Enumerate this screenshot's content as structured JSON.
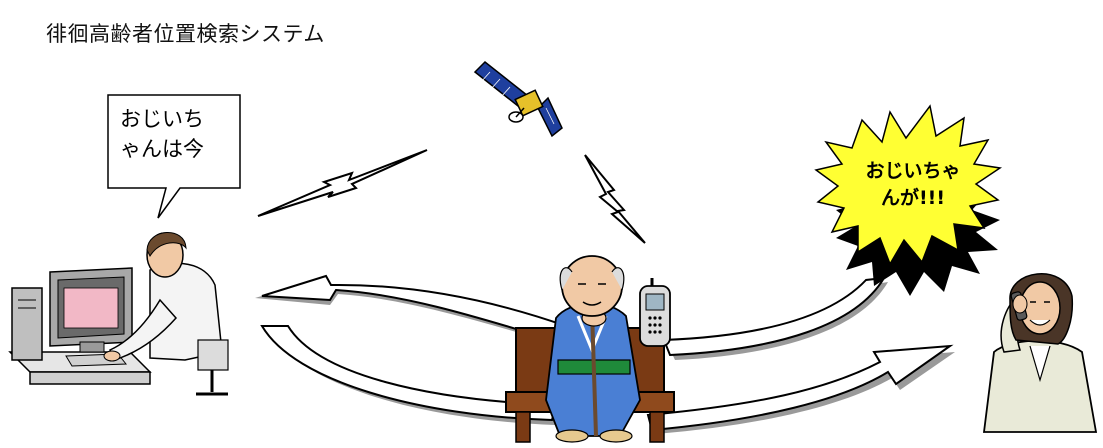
{
  "title": "徘徊高齢者位置検索システム",
  "speech_bubble": {
    "line1": "おじいち",
    "line2": "ゃんは今"
  },
  "alert_burst": {
    "line1": "おじいちゃ",
    "line2": "んが!!!"
  },
  "colors": {
    "burst_fill": "#ffff33",
    "burst_shadow": "#000000",
    "arrow_fill": "#ffffff",
    "arrow_shadow": "#9a9a9a",
    "kimono": "#4a7fd4",
    "obi": "#1f8a3a",
    "bench": "#7a3a14",
    "screen_pink": "#f2b8c6",
    "satellite_panel": "#1f3f9e"
  },
  "icons": [
    "satellite-icon",
    "lightning-icon",
    "computer-operator-icon",
    "elderly-man-icon",
    "mobile-phone-icon",
    "woman-on-phone-icon"
  ]
}
